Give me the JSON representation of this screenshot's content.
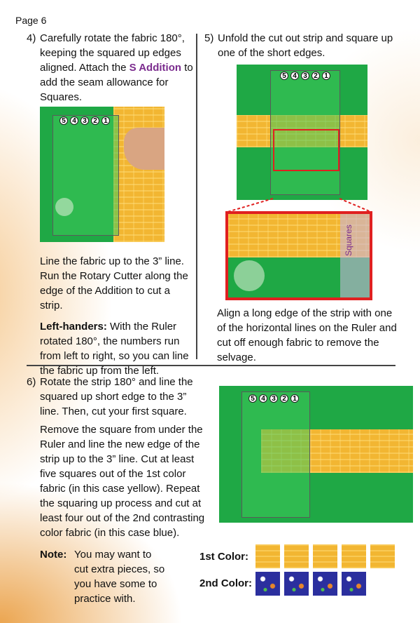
{
  "page_label": "Page 6",
  "step4": {
    "num": "4)",
    "text_before": "Carefully rotate the fabric 180°, keeping the squared up edges aligned. Attach the ",
    "highlight": "S Addition",
    "text_after": " to add the seam allowance for Squares.",
    "para1": "Line the fabric up to the 3” line. Run the Rotary Cutter along the edge of the Addition to cut a strip.",
    "lefthand_label": "Left-handers:",
    "lefthand_text": " With the Ruler rotated 180°, the numbers run from left to right, so you can line the fabric up from the left."
  },
  "step5": {
    "num": "5)",
    "text": "Unfold the cut out strip and square up one of the short edges.",
    "zoom_label": "Squares",
    "para": "Align a long edge of the strip with one of the horizontal lines on the Ruler and cut off enough fabric to remove the selvage."
  },
  "step6": {
    "num": "6)",
    "text": "Rotate the strip 180° and line the squared up short edge to the 3” line. Then, cut your first square.",
    "para": "Remove the square from under the Ruler and line the new edge of the strip up to the 3” line. Cut at least five squares out of the 1st color fabric (in this case yellow). Repeat the squaring up process and cut at least four out of the 2nd contrasting color fabric (in this case blue)."
  },
  "note": {
    "label": "Note:",
    "text": "You may want to cut extra pieces, so you have some to practice with."
  },
  "ruler_numbers": [
    "5",
    "4",
    "3",
    "2",
    "1"
  ],
  "swatches": {
    "first_label": "1st Color:",
    "first_count": 5,
    "second_label": "2nd Color:",
    "second_count": 4
  }
}
